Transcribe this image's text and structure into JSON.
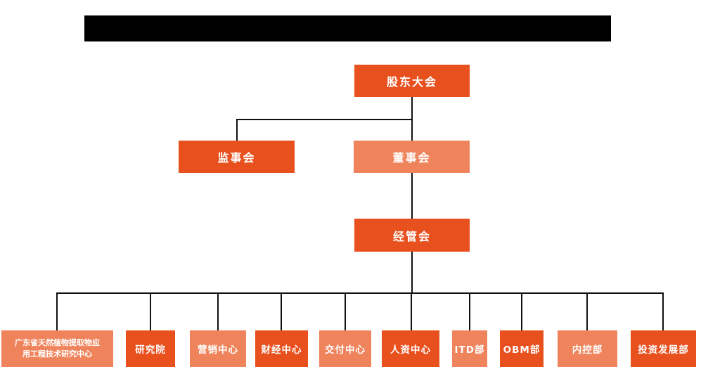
{
  "colors": {
    "primary_orange": "#E8501E",
    "light_orange": "#EF845C",
    "connector": "#111111",
    "box_text": "#ffffff",
    "redaction": "#000000"
  },
  "header": {
    "redacted_title_bar": true
  },
  "org_chart": {
    "root": {
      "label": "股东大会"
    },
    "level2": {
      "supervisory_board": {
        "label": "监事会"
      },
      "board_of_directors": {
        "label": "董事会"
      }
    },
    "level3": {
      "management_committee": {
        "label": "经管会"
      }
    },
    "departments": [
      {
        "lines": [
          "广东省天然植物提取物应",
          "用工程技术研究中心"
        ]
      },
      {
        "label": "研究院"
      },
      {
        "label": "营销中心"
      },
      {
        "label": "财经中心"
      },
      {
        "label": "交付中心"
      },
      {
        "label": "人资中心"
      },
      {
        "label": "ITD部"
      },
      {
        "label": "OBM部"
      },
      {
        "label": "内控部"
      },
      {
        "label": "投资发展部"
      }
    ]
  }
}
